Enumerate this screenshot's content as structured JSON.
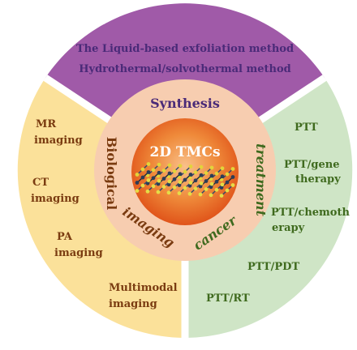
{
  "center": {
    "label": "2D TMCs",
    "colors": {
      "core": "#e8641a",
      "core_light": "#f6b77a",
      "ring": "#f7cdb0"
    }
  },
  "synthesis": {
    "title": "Synthesis",
    "methods": [
      "The Liquid-based exfoliation method",
      "Hydrothermal/solvothermal method"
    ],
    "color": "#a05aa8",
    "text_color": "#4a2a78"
  },
  "imaging": {
    "arc_words": [
      "Biological",
      "imaging"
    ],
    "items": [
      {
        "line1": "MR",
        "line2": "imaging"
      },
      {
        "line1": "CT",
        "line2": "imaging"
      },
      {
        "line1": "PA",
        "line2": "imaging"
      },
      {
        "line1": "Multimodal",
        "line2": "imaging"
      }
    ],
    "color": "#fbe19a",
    "text_color": "#7a3b10"
  },
  "treatment": {
    "arc_words": [
      "cancer",
      "treatment"
    ],
    "items": [
      {
        "line1": "PTT",
        "line2": ""
      },
      {
        "line1": "PTT/gene",
        "line2": "therapy"
      },
      {
        "line1": "PTT/chemoth",
        "line2": "erapy"
      },
      {
        "line1": "PTT/PDT",
        "line2": ""
      },
      {
        "line1": "PTT/RT",
        "line2": ""
      }
    ],
    "color": "#cfe5c6",
    "text_color": "#3f6a1e"
  },
  "structure_icon": "layered-crystal-lattice-icon"
}
